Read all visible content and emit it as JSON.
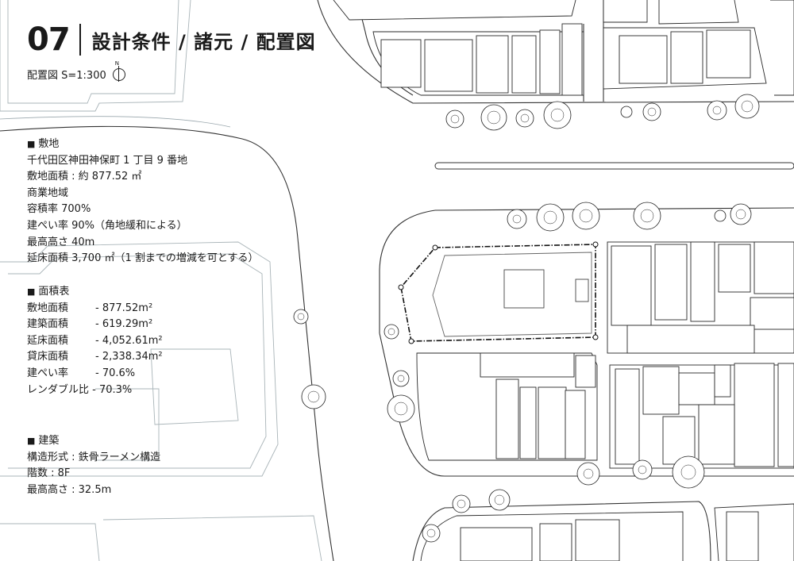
{
  "header": {
    "number": "07",
    "title": "設計条件 / 諸元 / 配置図"
  },
  "scale": {
    "label": "配置図 S=1:300",
    "north_mark": "N"
  },
  "site_section": {
    "heading": "敷地",
    "lines": [
      "千代田区神田神保町 1 丁目 9 番地",
      "敷地面積 : 約 877.52 ㎡",
      "商業地域",
      "容積率 700%",
      "建ぺい率 90%（角地緩和による）",
      "最高高さ 40m",
      "延床面積 3,700 ㎡（1 割までの増減を可とする）"
    ]
  },
  "area_section": {
    "heading": "面積表",
    "rows": [
      {
        "label": "敷地面積",
        "value": "-   877.52m²"
      },
      {
        "label": "建築面積",
        "value": "-   619.29m²"
      },
      {
        "label": "延床面積",
        "value": "- 4,052.61m²"
      },
      {
        "label": "貸床面積",
        "value": "- 2,338.34m²"
      },
      {
        "label": "建ぺい率",
        "value": "- 70.6%"
      }
    ],
    "rentable_ratio": "レンダブル比 - 70.3%"
  },
  "building_section": {
    "heading": "建築",
    "lines": [
      "構造形式 : 鉄骨ラーメン構造",
      "階数 : 8F",
      "最高高さ : 32.5m"
    ]
  },
  "bullet_symbol": "■",
  "colors": {
    "ink": "#1a1a1a",
    "gray_lines": "#a9b4b8",
    "background": "#ffffff"
  }
}
